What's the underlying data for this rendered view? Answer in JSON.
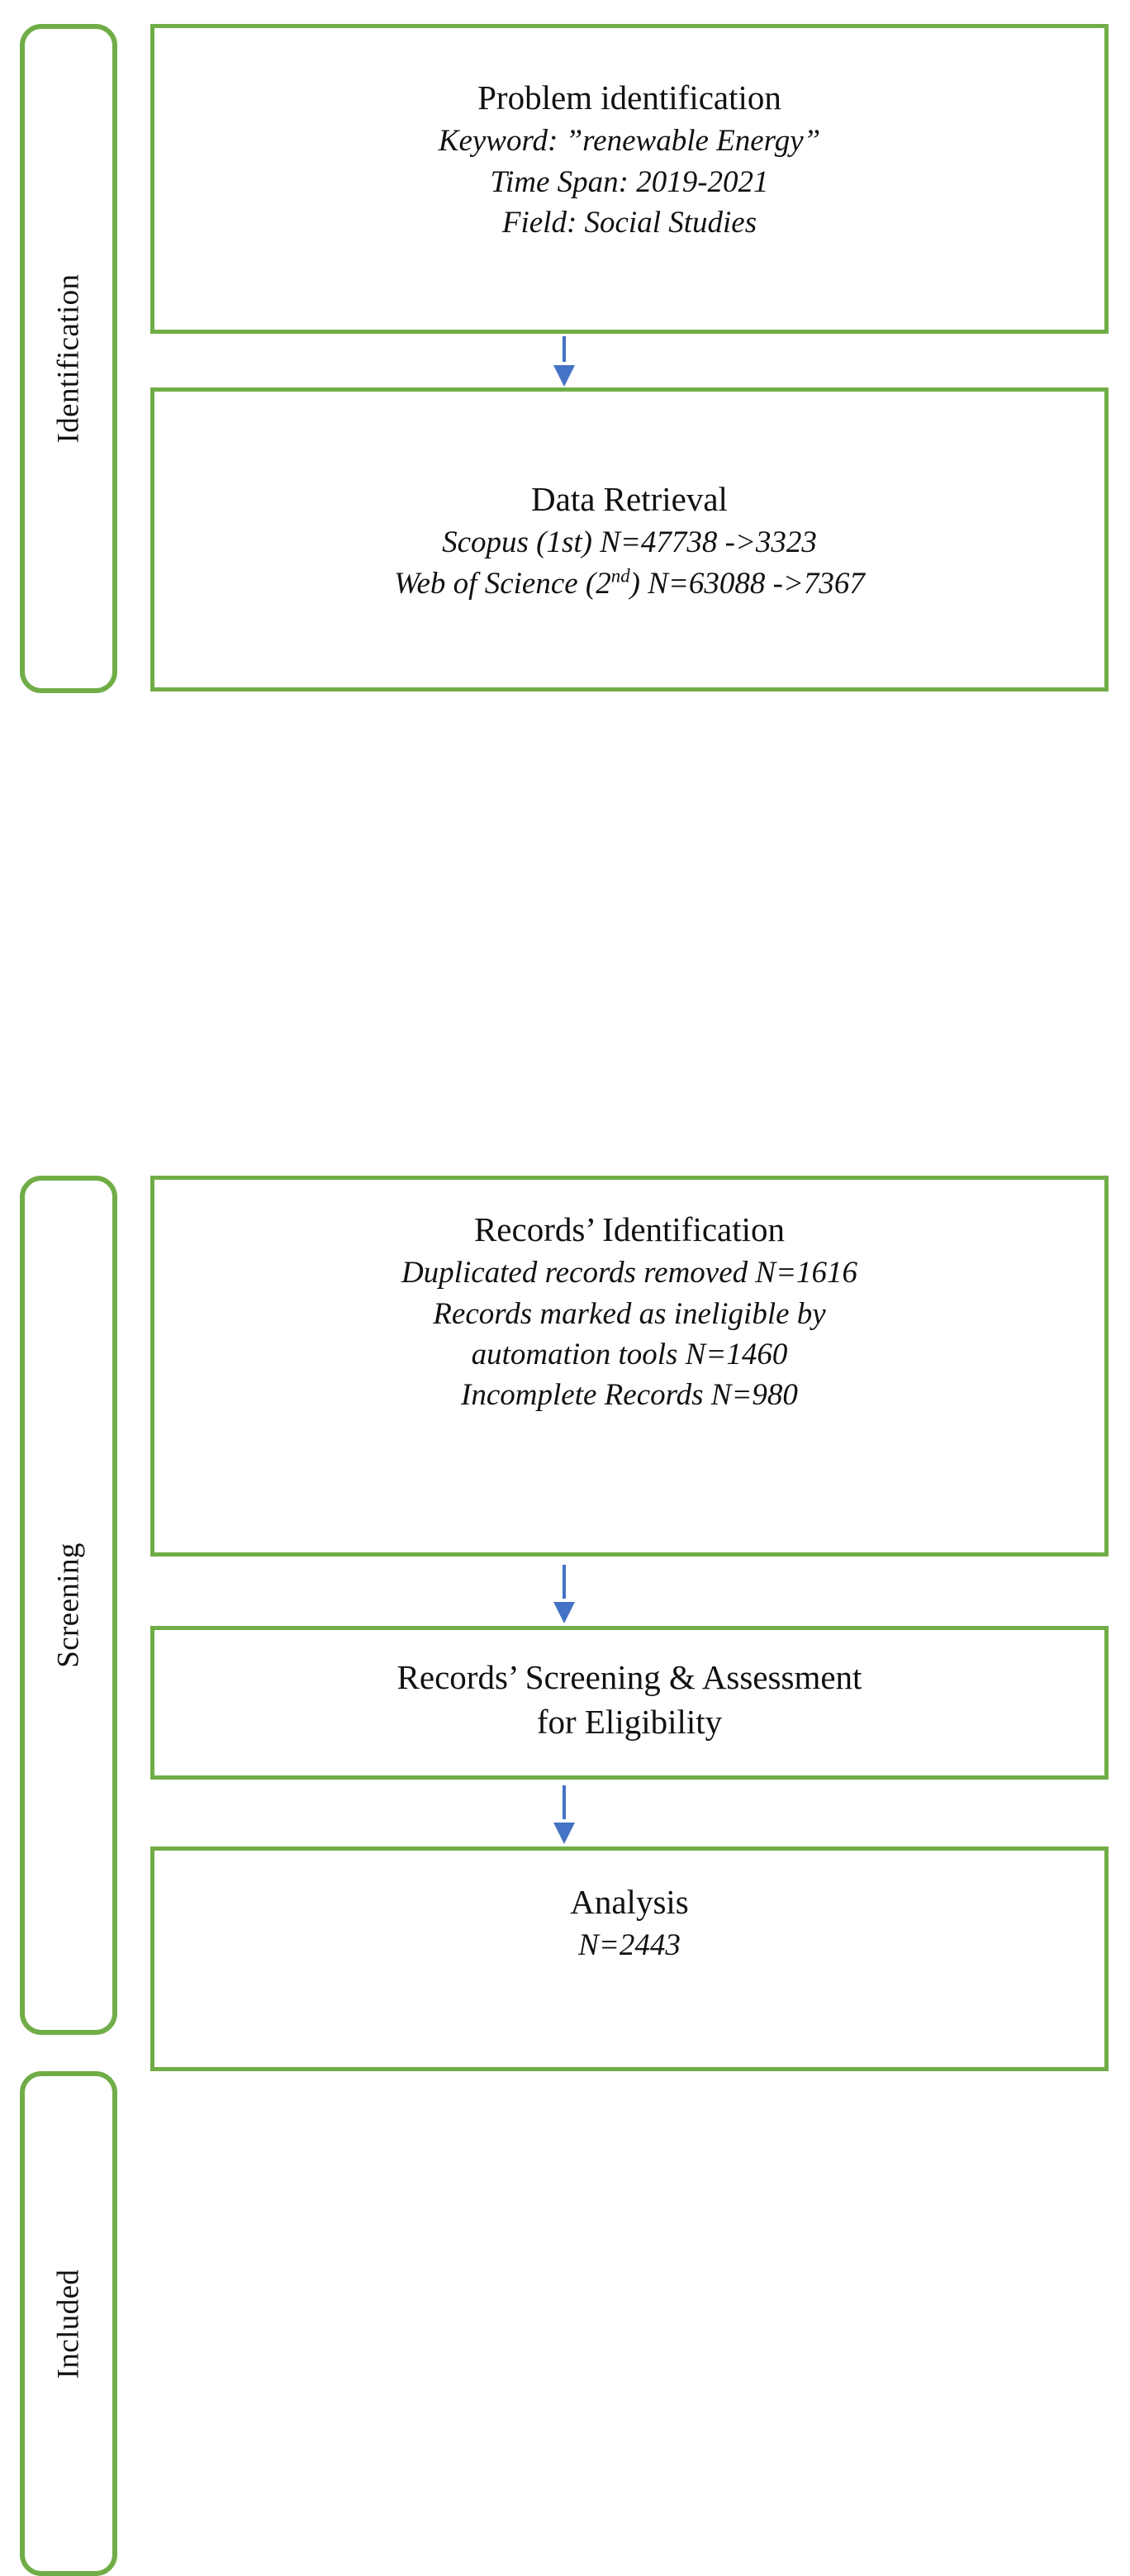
{
  "diagram": {
    "title": "PRISMA-style literature selection flow diagram",
    "accent_color_boxes": "#70AD47",
    "accent_color_arrows": "#4472C4",
    "stages": [
      {
        "label": "Identification"
      },
      {
        "label": "Screening"
      },
      {
        "label": "Included"
      }
    ],
    "boxes": [
      {
        "title": "Problem identification",
        "lines": [
          "Keyword: ”renewable Energy”",
          "Time Span: 2019-2021",
          "Field: Social Studies"
        ]
      },
      {
        "title": "Data Retrieval",
        "lines": [
          "Scopus (1st) N=47738 ->3323",
          "Web of Science (2nd) N=63088 ->7367"
        ]
      },
      {
        "title": "Records’ Identification",
        "lines": [
          "Duplicated records removed N=1616",
          "Records marked as ineligible by automation tools N=1460",
          "Incomplete Records N=980"
        ]
      },
      {
        "title": "Records’ Screening & Assessment for Eligibility",
        "lines": []
      },
      {
        "title": "Analysis",
        "lines": [
          "N=2443"
        ]
      }
    ],
    "text": {
      "b1_title": "Problem identification",
      "b1_l1_a": "Keyword: ”renewable Energy”",
      "b1_l2": "Time Span: 2019-2021",
      "b1_l3": "Field: Social Studies",
      "b2_title": "Data Retrieval",
      "b2_l1": "Scopus (1st) N=47738 ->3323",
      "b2_l2_pre": "Web of Science (2",
      "b2_l2_sup": "nd",
      "b2_l2_post": ") N=63088 ->7367",
      "b3_title": "Records’ Identification",
      "b3_l1": "Duplicated records removed N=1616",
      "b3_l2": "Records marked as ineligible by",
      "b3_l3": "automation tools N=1460",
      "b3_l4": "Incomplete Records N=980",
      "b4_l1": "Records’ Screening & Assessment",
      "b4_l2": "for Eligibility",
      "b5_title": "Analysis",
      "b5_l1": "N=2443",
      "stage1": "Identification",
      "stage2": "Screening",
      "stage3": "Included"
    }
  }
}
